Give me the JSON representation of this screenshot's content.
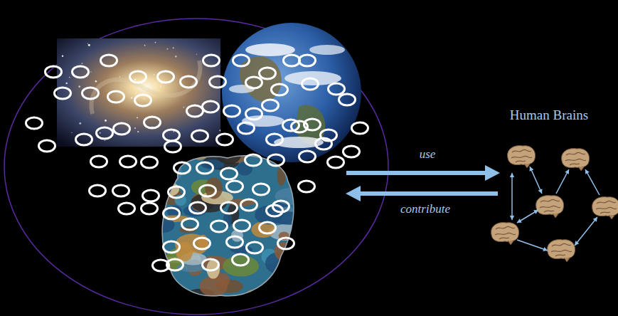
{
  "diagram": {
    "labels": [
      "use",
      "contribute",
      "Human Brains"
    ]
  }
}
